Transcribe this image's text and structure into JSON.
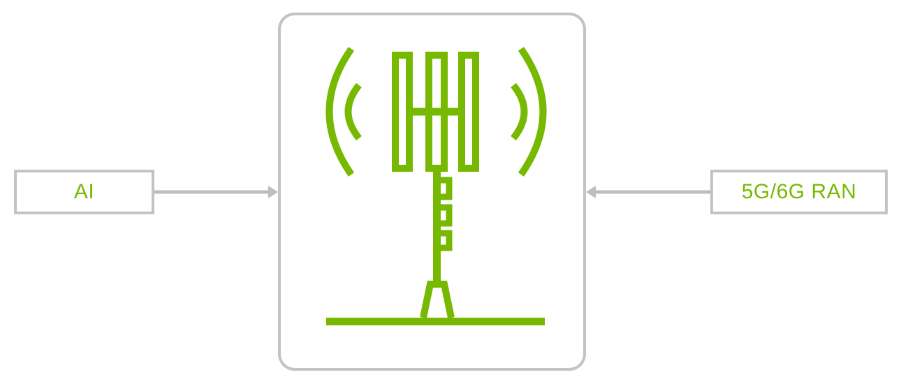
{
  "diagram": {
    "inputs": [
      {
        "label": "AI",
        "side": "left"
      },
      {
        "label": "5G/6G RAN",
        "side": "right"
      }
    ],
    "center": {
      "icon": "cell-tower-icon"
    },
    "colors": {
      "accent": "#76b900",
      "border": "#c3c3c3",
      "arrow": "#bdbdbd",
      "background": "#ffffff"
    }
  }
}
